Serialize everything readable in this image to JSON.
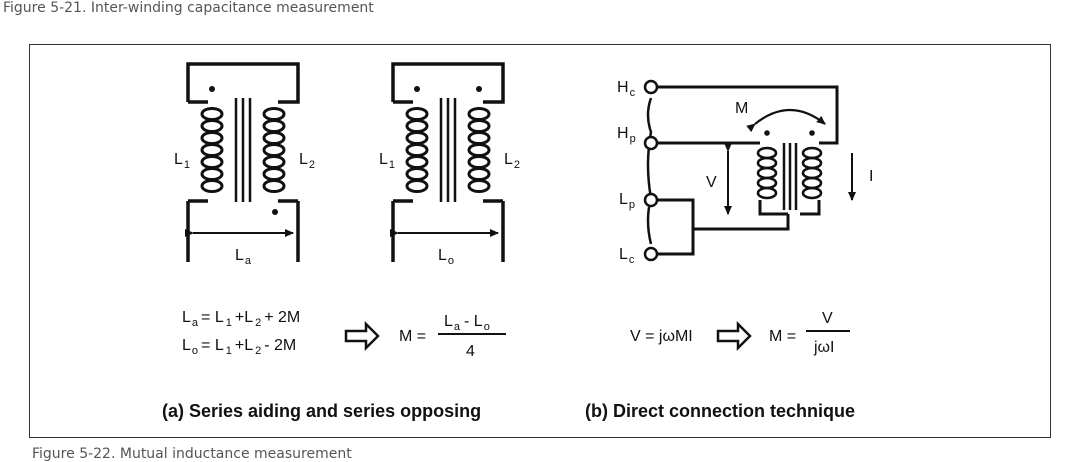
{
  "figure_top_caption": "Figure 5-21. Inter-winding capacitance measurement",
  "figure_bottom_caption": "Figure 5-22. Mutual inductance measurement",
  "panel_a": {
    "coil_left": {
      "main": "L",
      "sub": "1"
    },
    "coil_right": {
      "main": "L",
      "sub": "2"
    },
    "width_label_aiding": {
      "main": "L",
      "sub": "a"
    },
    "width_label_opposing": {
      "main": "L",
      "sub": "o"
    },
    "eq1": {
      "lhs": "L",
      "lhs_sub": "a",
      "rhs": "= L",
      "s1": "1",
      "mid": "+L",
      "s2": "2",
      "tail": "+ 2M"
    },
    "eq2": {
      "lhs": "L",
      "lhs_sub": "o",
      "rhs": "= L",
      "s1": "1",
      "mid": "+L",
      "s2": "2",
      "tail": "- 2M"
    },
    "result_lhs": "M =",
    "numerator": {
      "a": "L",
      "a_sub": "a",
      "op": "- L",
      "b_sub": "o"
    },
    "denominator": "4",
    "caption": "(a) Series aiding and series opposing"
  },
  "panel_b": {
    "terminals": [
      {
        "main": "H",
        "sub": "c"
      },
      {
        "main": "H",
        "sub": "p"
      },
      {
        "main": "L",
        "sub": "p"
      },
      {
        "main": "L",
        "sub": "c"
      }
    ],
    "mutual_label": "M",
    "voltage_label": "V",
    "current_label": "I",
    "equation": "V = jωMI",
    "result_lhs": "M =",
    "numerator": "V",
    "denominator": "jωI",
    "caption": "(b) Direct connection technique"
  }
}
